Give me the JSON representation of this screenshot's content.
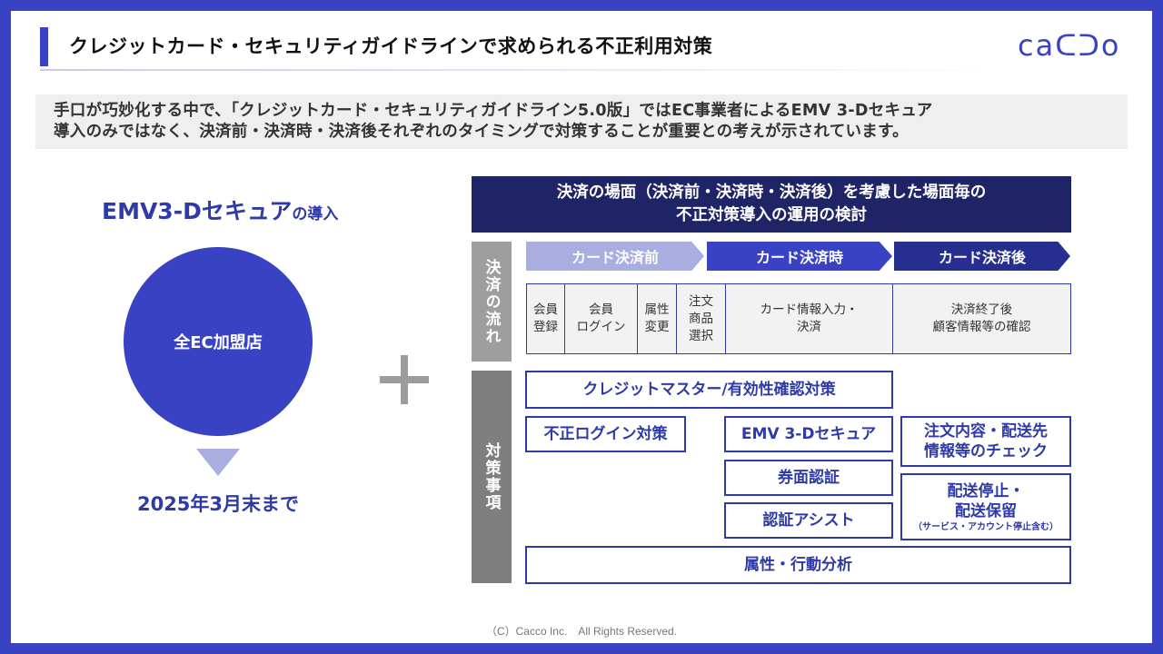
{
  "header": {
    "title": "クレジットカード・セキュリティガイドラインで求められる不正利用対策",
    "logo_text": "caᑕᑐo"
  },
  "intro": {
    "line1": "手口が巧妙化する中で、「クレジットカード・セキュリティガイドライン5.0版」ではEC事業者によるEMV 3-Dセキュア",
    "line2": "導入のみではなく、決済前・決済時・決済後それぞれのタイミングで対策することが重要との考えが示されています。"
  },
  "left": {
    "emv_title_main": "EMV3-Dセキュア",
    "emv_title_suffix": "の導入",
    "circle_label": "全EC加盟店",
    "deadline": "2025年3月末まで"
  },
  "right": {
    "heading_line1": "決済の場面（決済前・決済時・決済後）を考慮した場面毎の",
    "heading_line2": "不正対策導入の運用の検討",
    "flow_label": "決済の流れ",
    "measures_label": "対策事項",
    "phases": [
      "カード決済前",
      "カード決済時",
      "カード決済後"
    ],
    "steps": [
      "会員\n登録",
      "会員\nログイン",
      "属性\n変更",
      "注文\n商品\n選択",
      "カード情報入力・\n決済",
      "決済終了後\n顧客情報等の確認"
    ],
    "measures": {
      "credit_master": "クレジットマスター/有効性確認対策",
      "login": "不正ログイン対策",
      "emv": "EMV 3-Dセキュア",
      "order_check": "注文内容・配送先\n情報等のチェック",
      "security_code": "券面認証",
      "auth_assist": "認証アシスト",
      "delivery_stop": "配送停止・\n配送保留",
      "delivery_note": "（サービス・アカウント停止含む）",
      "behavior": "属性・行動分析"
    }
  },
  "footer": {
    "copyright": "（C）Cacco Inc.　All Rights Reserved."
  },
  "colors": {
    "frame": "#3a42c4",
    "navy": "#1e2466",
    "accent_blue": "#2d3aa8",
    "light_blue": "#a9addf",
    "gray_light": "#9e9e9e",
    "gray_dark": "#7f7f7f"
  }
}
